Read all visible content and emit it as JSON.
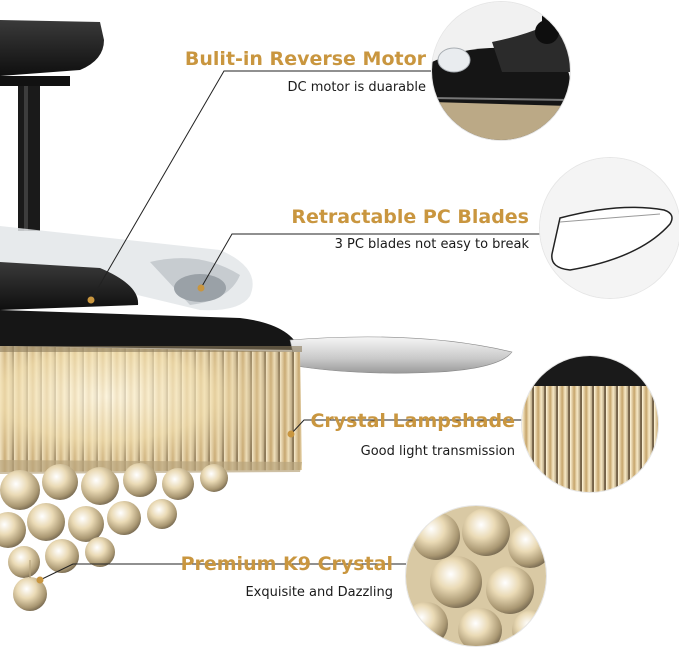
{
  "colors": {
    "title_gold": "#C9963F",
    "fan_black": "#1d1d1d",
    "crystal_warm": "#e9d6a6",
    "leader_line": "#222222",
    "dot": "#C9963F"
  },
  "features": [
    {
      "title": "Bulit-in Reverse Motor",
      "description": "DC motor is duarable"
    },
    {
      "title": "Retractable PC Blades",
      "description": "3 PC blades not easy to break"
    },
    {
      "title": "Crystal Lampshade",
      "description": "Good light transmission"
    },
    {
      "title": "Premium K9 Crystal",
      "description": "Exquisite and Dazzling"
    }
  ]
}
